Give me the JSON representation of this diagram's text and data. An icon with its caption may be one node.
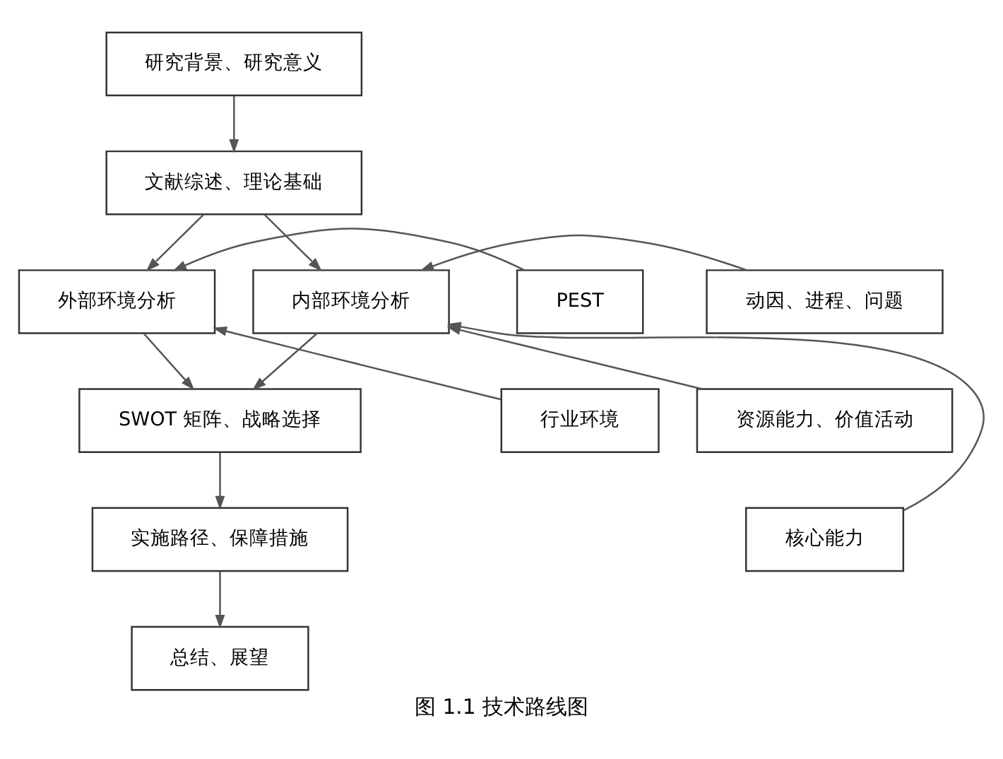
{
  "diagram": {
    "caption": "图 1.1 技术路线图",
    "nodes": [
      {
        "text": [
          "研究背景、研究意义"
        ]
      },
      {
        "text": [
          "文献综述、理论基础"
        ]
      },
      {
        "text": [
          "外部环境分析"
        ]
      },
      {
        "text": [
          "内部环境分析"
        ]
      },
      {
        "text": [
          "PEST"
        ]
      },
      {
        "text": [
          "行业环境"
        ]
      },
      {
        "text": [
          "动因、进程、问题"
        ]
      },
      {
        "text": [
          "资源能力、价值活动"
        ]
      },
      {
        "text": [
          "核心能力"
        ]
      },
      {
        "text": [
          "SWOT 矩阵、战略选择"
        ]
      },
      {
        "text": [
          "实施路径、保障措施"
        ]
      },
      {
        "text": [
          "总结、展望"
        ]
      }
    ],
    "edges": [
      {
        "from": 0,
        "to": 1,
        "arrow": "to"
      },
      {
        "from": 1,
        "to": 2,
        "arrow": "to"
      },
      {
        "from": 1,
        "to": 3,
        "arrow": "to"
      },
      {
        "from": 4,
        "to": 2,
        "arrow": "to"
      },
      {
        "from": 5,
        "to": 2,
        "arrow": "to"
      },
      {
        "from": 6,
        "to": 3,
        "arrow": "to"
      },
      {
        "from": 7,
        "to": 3,
        "arrow": "to"
      },
      {
        "from": 8,
        "to": 3,
        "arrow": "to"
      },
      {
        "from": 2,
        "to": 9,
        "arrow": "to"
      },
      {
        "from": 3,
        "to": 9,
        "arrow": "to"
      },
      {
        "from": 9,
        "to": 10,
        "arrow": "to"
      },
      {
        "from": 10,
        "to": 11,
        "arrow": "to"
      }
    ]
  }
}
